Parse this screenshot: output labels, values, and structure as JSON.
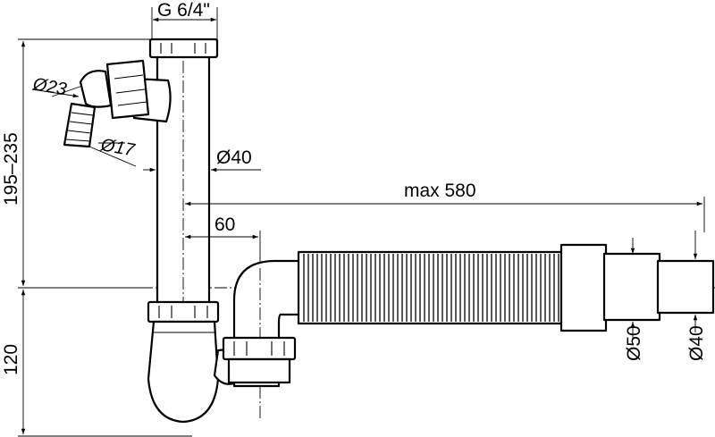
{
  "dimensions": {
    "thread": "G 6/4\"",
    "height_upper": "195–235",
    "height_lower": "120",
    "diameter_inlet_outer": "Ø23",
    "diameter_inlet_inner": "Ø17",
    "diameter_vertical": "Ø40",
    "reach_max": "max 580",
    "offset": "60",
    "diameter_outlet_50": "Ø50",
    "diameter_outlet_40": "Ø40"
  }
}
